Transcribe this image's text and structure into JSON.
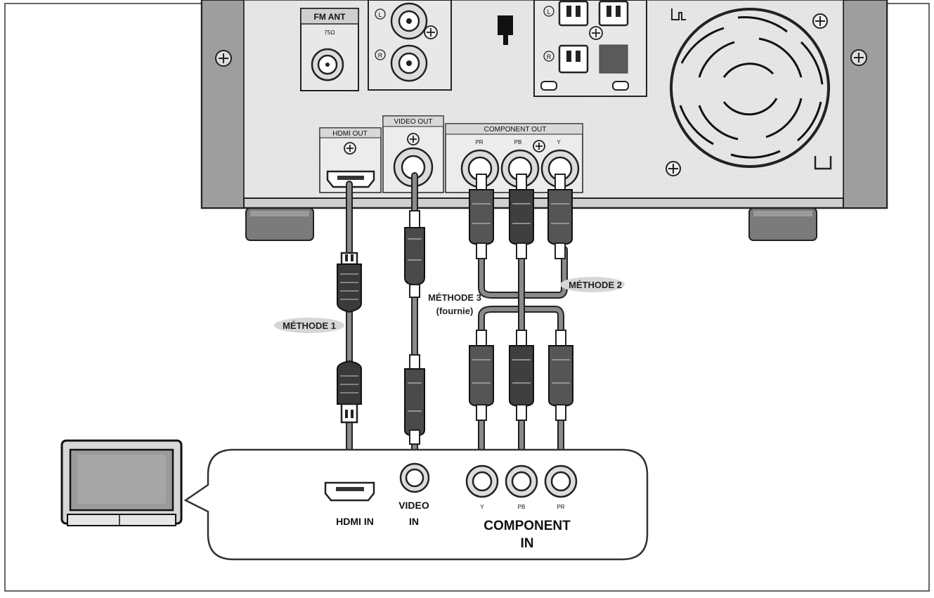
{
  "device": {
    "fm_ant": "FM ANT",
    "ohm": "75Ω",
    "l_mark": "L",
    "r_mark": "R",
    "hdmi_out": "HDMI OUT",
    "video_out": "VIDEO OUT",
    "component_out": "COMPONENT OUT",
    "comp_out_pr": "PR",
    "comp_out_pb": "PB",
    "comp_out_y": "Y"
  },
  "methods": {
    "method1": "MÉTHODE 1",
    "method2": "MÉTHODE 2",
    "method3_line1": "MÉTHODE 3",
    "method3_line2": "(fournie)"
  },
  "tv_inputs": {
    "hdmi_in": "HDMI IN",
    "video_in_line1": "VIDEO",
    "video_in_line2": "IN",
    "y": "Y",
    "pb": "PB",
    "pr": "PR",
    "component_line1": "COMPONENT",
    "component_line2": "IN"
  }
}
